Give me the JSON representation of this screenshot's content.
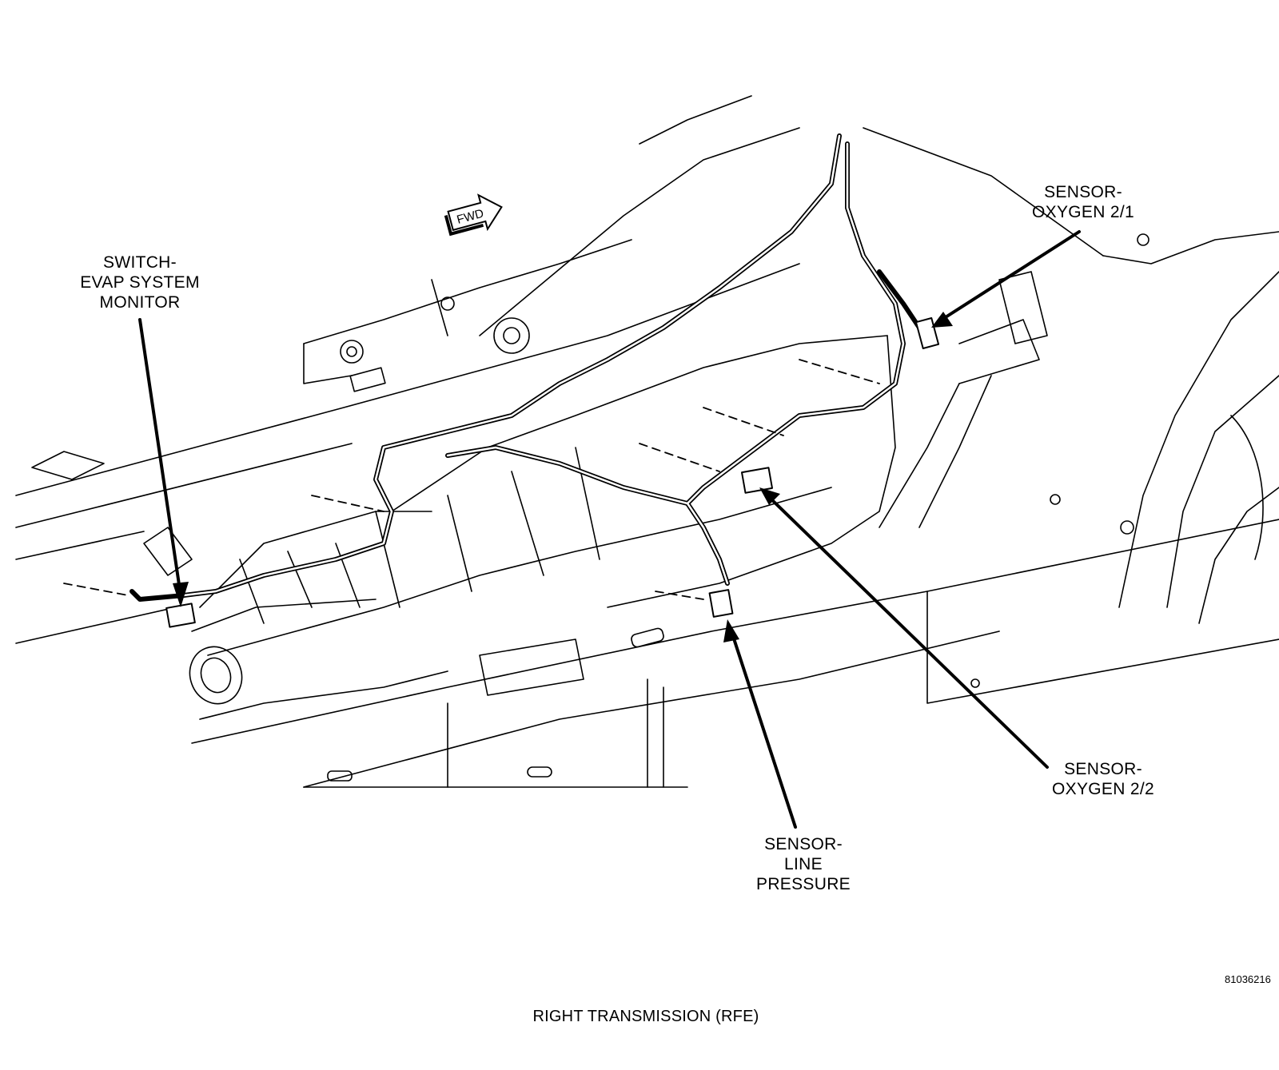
{
  "callouts": {
    "evap_switch": [
      "SWITCH-",
      "EVAP SYSTEM",
      "MONITOR"
    ],
    "oxygen_21": [
      "SENSOR-",
      "OXYGEN 2/1"
    ],
    "oxygen_22": [
      "SENSOR-",
      "OXYGEN 2/2"
    ],
    "line_pressure": [
      "SENSOR-",
      "LINE",
      "PRESSURE"
    ]
  },
  "fwd_marker": "FWD",
  "figure_id": "81036216",
  "caption": "RIGHT TRANSMISSION (RFE)"
}
